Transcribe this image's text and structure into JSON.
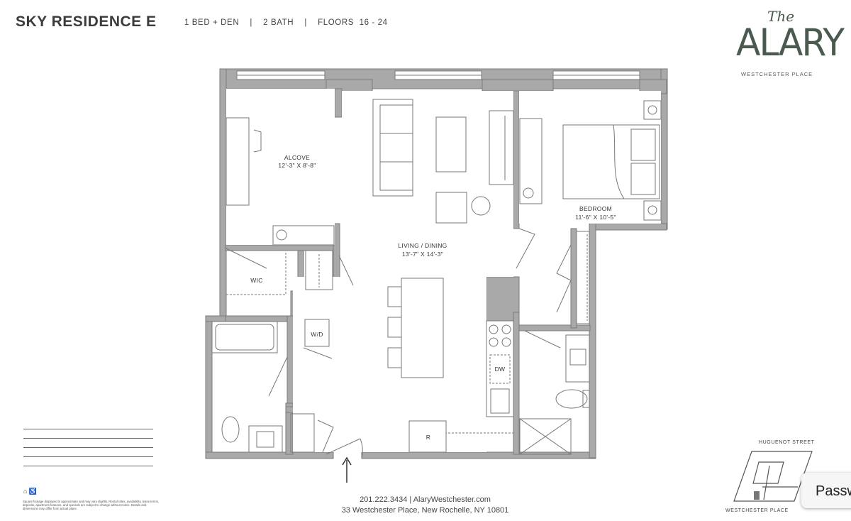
{
  "header": {
    "title": "SKY RESIDENCE  E",
    "specs": "1 BED + DEN    |    2 BATH    |    FLOORS  16 - 24"
  },
  "logo": {
    "the": "The",
    "name": "ALARY",
    "subtitle": "WESTCHESTER PLACE"
  },
  "rooms": {
    "alcove_name": "ALCOVE",
    "alcove_dims": "12'-3\" X 8'-8\"",
    "living_name": "LIVING / DINING",
    "living_dims": "13'-7\" X 14'-3\"",
    "bedroom_name": "BEDROOM",
    "bedroom_dims": "11'-6\" X 10'-5\"",
    "wic": "WIC",
    "wd": "W/D",
    "dw": "DW",
    "fridge": "R"
  },
  "footer": {
    "phone_site": "201.222.3434   |   AlaryWestchester.com",
    "address": "33 Westchester Place, New Rochelle, NY 10801",
    "disclaimer": "Square footage displayed is approximate and may vary slightly. Rental rates, availability, lease terms, deposits, apartment features, and specials are subject to change without notice. Details and dimensions may differ from actual plans.",
    "equal_housing_icons": "⌂ ♿"
  },
  "keyplan": {
    "top_street": "HUGUENOT STREET",
    "bottom_street": "WESTCHESTER PLACE"
  },
  "overlay": {
    "password_button": "Passw"
  },
  "colors": {
    "wall": "#a9a9a9",
    "wall_stroke": "#7a7a7a",
    "logo": "#4a5a4f"
  }
}
